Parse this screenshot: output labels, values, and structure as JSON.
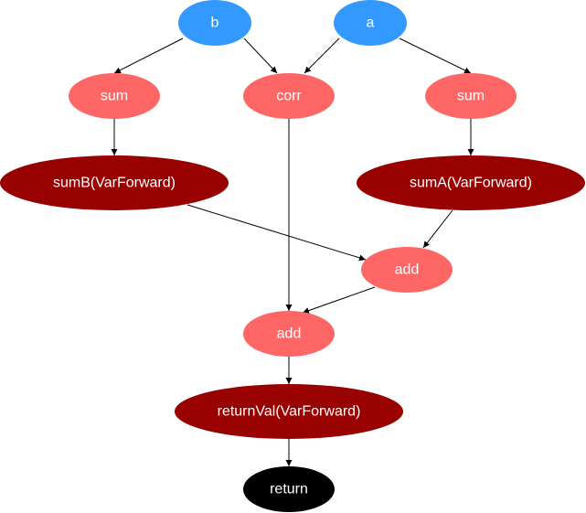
{
  "colors": {
    "input": "#3399ff",
    "op": "#ff6666",
    "var_forward": "#990000",
    "terminal": "#000000",
    "edge": "#000000",
    "text": "#ffffff"
  },
  "nodes": {
    "b": {
      "label": "b",
      "kind": "input"
    },
    "a": {
      "label": "a",
      "kind": "input"
    },
    "sum_b": {
      "label": "sum",
      "kind": "op"
    },
    "corr": {
      "label": "corr",
      "kind": "op"
    },
    "sum_a": {
      "label": "sum",
      "kind": "op"
    },
    "sumB": {
      "label": "sumB(VarForward)",
      "kind": "var_forward"
    },
    "sumA": {
      "label": "sumA(VarForward)",
      "kind": "var_forward"
    },
    "add_1": {
      "label": "add",
      "kind": "op"
    },
    "add_2": {
      "label": "add",
      "kind": "op"
    },
    "returnVal": {
      "label": "returnVal(VarForward)",
      "kind": "var_forward"
    },
    "return": {
      "label": "return",
      "kind": "terminal"
    }
  },
  "edges": [
    {
      "from": "b",
      "to": "sum_b"
    },
    {
      "from": "b",
      "to": "corr"
    },
    {
      "from": "a",
      "to": "corr"
    },
    {
      "from": "a",
      "to": "sum_a"
    },
    {
      "from": "sum_b",
      "to": "sumB"
    },
    {
      "from": "sum_a",
      "to": "sumA"
    },
    {
      "from": "sumB",
      "to": "add_1"
    },
    {
      "from": "sumA",
      "to": "add_1"
    },
    {
      "from": "corr",
      "to": "add_2"
    },
    {
      "from": "add_1",
      "to": "add_2"
    },
    {
      "from": "add_2",
      "to": "returnVal"
    },
    {
      "from": "returnVal",
      "to": "return"
    }
  ]
}
